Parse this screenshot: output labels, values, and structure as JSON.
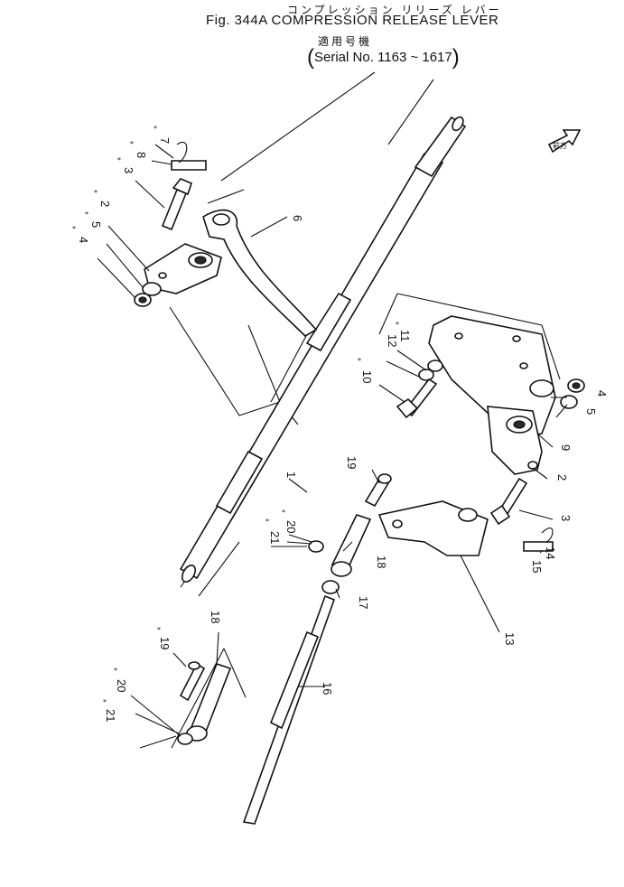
{
  "header": {
    "japanese_title": "コンプレッション リリーズ レバー",
    "title": "Fig. 344A COMPRESSION RELEASE LEVER",
    "applicable_jp": "適用号機",
    "serial": "Serial No. 1163 ~ 1617"
  },
  "arrow_label": "前方",
  "callouts": [
    {
      "id": "c7",
      "num": "7"
    },
    {
      "id": "c8",
      "num": "8"
    },
    {
      "id": "c3a",
      "num": "3"
    },
    {
      "id": "c2a",
      "num": "2"
    },
    {
      "id": "c5a",
      "num": "5"
    },
    {
      "id": "c4a",
      "num": "4"
    },
    {
      "id": "c6",
      "num": "6"
    },
    {
      "id": "c12",
      "num": "12"
    },
    {
      "id": "c11",
      "num": "11"
    },
    {
      "id": "c10",
      "num": "10"
    },
    {
      "id": "c4b",
      "num": "4"
    },
    {
      "id": "c5b",
      "num": "5"
    },
    {
      "id": "c9",
      "num": "9"
    },
    {
      "id": "c2b",
      "num": "2"
    },
    {
      "id": "c3b",
      "num": "3"
    },
    {
      "id": "c1",
      "num": "1"
    },
    {
      "id": "c19a",
      "num": "19"
    },
    {
      "id": "c21a",
      "num": "21"
    },
    {
      "id": "c20a",
      "num": "20"
    },
    {
      "id": "c18a",
      "num": "18"
    },
    {
      "id": "c15",
      "num": "15"
    },
    {
      "id": "c14",
      "num": "14"
    },
    {
      "id": "c17",
      "num": "17"
    },
    {
      "id": "c13",
      "num": "13"
    },
    {
      "id": "c16",
      "num": "16"
    },
    {
      "id": "c18b",
      "num": "18"
    },
    {
      "id": "c19b",
      "num": "19"
    },
    {
      "id": "c20b",
      "num": "20"
    },
    {
      "id": "c21b",
      "num": "21"
    }
  ]
}
